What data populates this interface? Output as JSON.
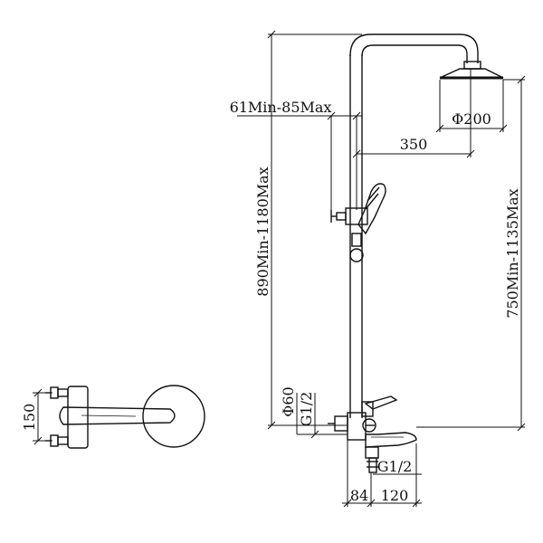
{
  "colors": {
    "line": "#111111",
    "background": "#ffffff"
  },
  "dimensions": {
    "total_height": "890Min-1180Max",
    "arm_height": "750Min-1135Max",
    "arm_reach": "350",
    "head_diameter": "Φ200",
    "wall_offset": "61Min-85Max",
    "pipe_diameter": "Φ60",
    "inlet_thread": "G1/2",
    "spout_thread": "G1/2",
    "inlet_depth": "84",
    "spout_length": "120",
    "inlet_spacing": "150"
  }
}
